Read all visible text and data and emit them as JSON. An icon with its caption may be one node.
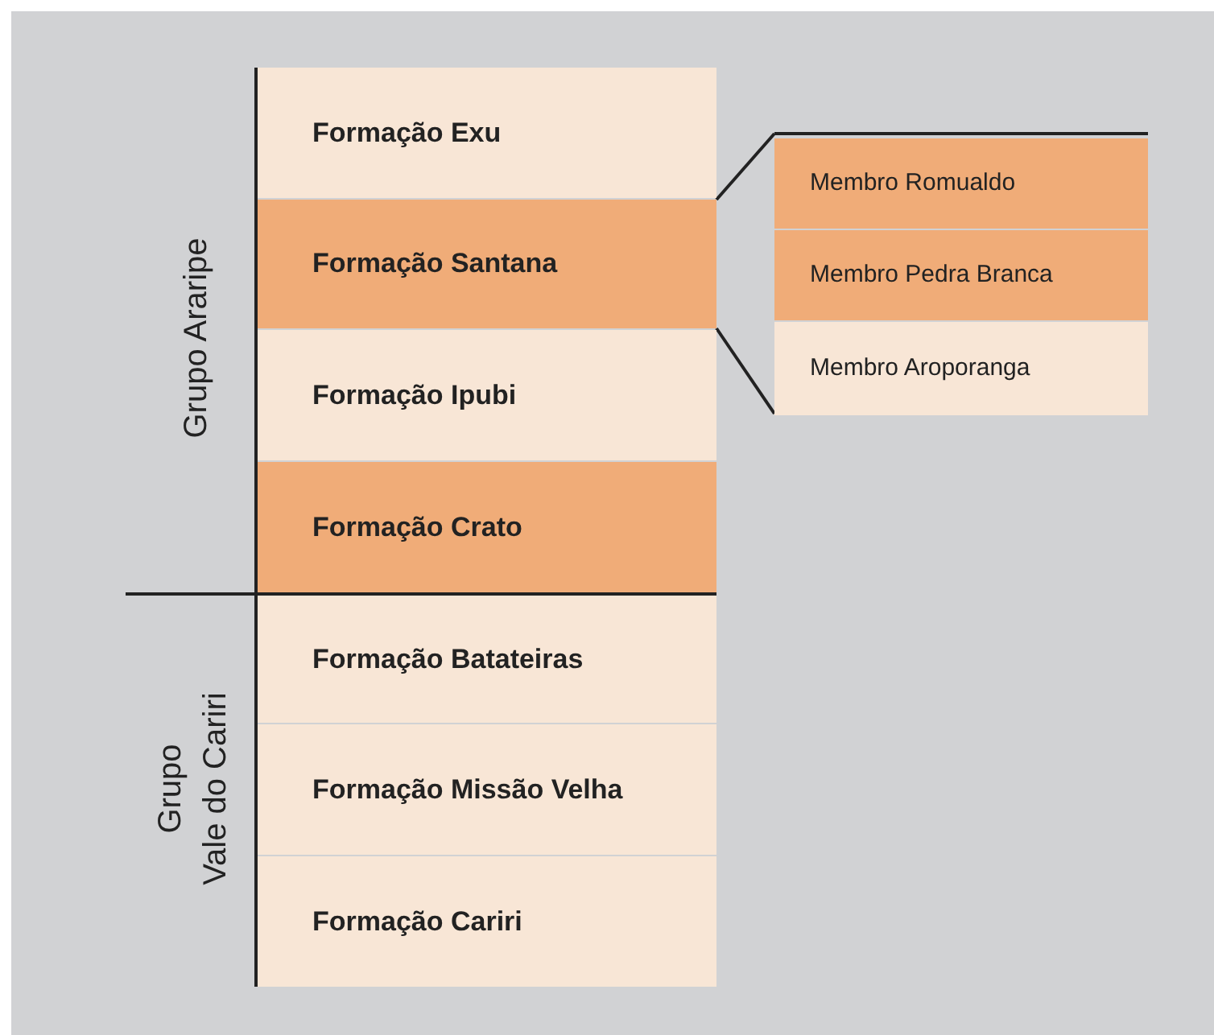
{
  "diagram": {
    "nodes": [
      {
        "text": [
          "Formação Exu"
        ]
      },
      {
        "text": [
          "Formação Santana"
        ]
      },
      {
        "text": [
          "Formação Ipubi"
        ]
      },
      {
        "text": [
          "Formação Crato"
        ]
      },
      {
        "text": [
          "Formação Batateiras"
        ]
      },
      {
        "text": [
          "Formação Missão Velha"
        ]
      },
      {
        "text": [
          "Formação Cariri"
        ]
      },
      {
        "text": [],
        "shape": "box"
      },
      {
        "text": [
          "Membro Romualdo"
        ],
        "in": 7
      },
      {
        "text": [
          "Membro Pedra Branca"
        ],
        "in": 7
      },
      {
        "text": [
          "Membro Aroporanga"
        ],
        "in": 7
      }
    ],
    "edges": [
      {
        "from": 1,
        "to": 7,
        "arrow": "none"
      },
      {
        "from": 1,
        "to": 7,
        "arrow": "none"
      }
    ],
    "labels": [
      "Grupo Araripe",
      "Grupo Vale do Cariri"
    ]
  }
}
